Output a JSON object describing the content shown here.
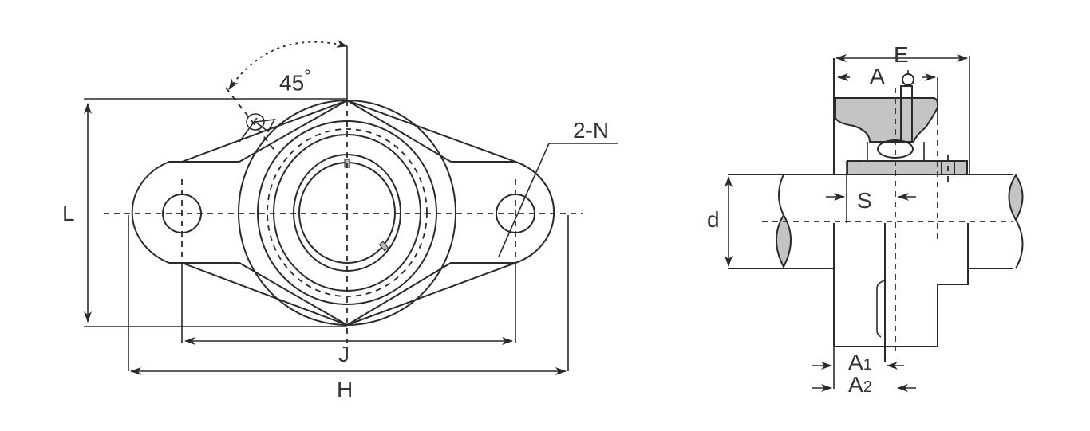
{
  "diagram": {
    "type": "2-bolt flange bearing unit dimension drawing",
    "front_view": {
      "labels": {
        "angle": "45",
        "angle_unit": "°",
        "height": "L",
        "bolt_spacing": "J",
        "overall_length": "H",
        "bolt_holes": "2-N"
      }
    },
    "side_view": {
      "labels": {
        "width_total": "E",
        "width_insert": "A",
        "shaft_diameter": "d",
        "setscrew_offset": "S",
        "a1_main": "A",
        "a1_sub": "1",
        "a2_main": "A",
        "a2_sub": "2"
      }
    },
    "colors": {
      "line": "#2a2a2a",
      "fill_section": "#c4c4c4",
      "background": "#ffffff"
    }
  }
}
